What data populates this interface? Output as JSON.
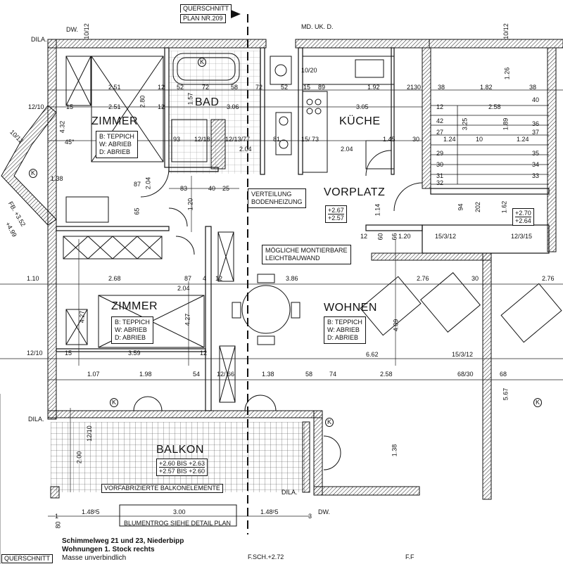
{
  "header": {
    "section_title": "QUERSCHNITT",
    "section_plan": "PLAN NR.209",
    "dila": "DILA.",
    "dw": "DW.",
    "md": "MD. UK. D.",
    "k": "K"
  },
  "rooms": {
    "zimmer1": {
      "name": "ZIMMER",
      "floor": "B: TEPPICH",
      "walls": "W: ABRIEB",
      "ceiling": "D: ABRIEB"
    },
    "zimmer2": {
      "name": "ZIMMER",
      "floor": "B: TEPPICH",
      "walls": "W: ABRIEB",
      "ceiling": "D: ABRIEB"
    },
    "wohnen": {
      "name": "WOHNEN",
      "floor": "B: TEPPICH",
      "walls": "W: ABRIEB",
      "ceiling": "D: ABRIEB"
    },
    "bad": {
      "name": "BAD"
    },
    "kueche": {
      "name": "KÜCHE"
    },
    "vorplatz": {
      "name": "VORPLATZ",
      "level_a": "+2.67",
      "level_b": "+2.57"
    },
    "balkon": {
      "name": "BALKON",
      "level_a": "+2.60  BIS  +2.63",
      "level_b": "+2.57  BIS  +2.60"
    }
  },
  "notes": {
    "heating": [
      "VERTEILUNG",
      "BODENHEIZUNG"
    ],
    "wall": [
      "MÖGLICHE MONTIERBARE",
      "LEICHTBAUWAND"
    ],
    "balcony_elements": "VORFABRIZIERTE BALKONELEMENTE",
    "planter": "BLUMENTROG SIEHE DETAIL PLAN",
    "stair_level_a": "+2.70",
    "stair_level_b": "+2.64",
    "left_level_a": "FB. +3.52",
    "left_level_b": "+4.99",
    "bottom_fsch": "F.SCH.+2.72",
    "bottom_f": "F.F"
  },
  "caption": {
    "line1": "Schimmelweg 21 und 23, Niederbipp",
    "line2": "Wohnungen 1. Stock rechts",
    "line3": "Masse unverbindlich"
  },
  "dims": {
    "d251a": "2.51",
    "d280": "2.80",
    "d12a": "12",
    "d52": "52",
    "d72a": "72",
    "d58a": "58",
    "d72b": "72",
    "d52b": "52",
    "d1020": "10/20",
    "d15a": "15",
    "d89": "89",
    "d192": "1.92",
    "d21": "21",
    "d30a": "30",
    "d38a": "38",
    "d182": "1.82",
    "d38b": "38",
    "d1210": "12/10",
    "d15b": "15",
    "d251b": "2.51",
    "d12b": "12",
    "d306": "3.06",
    "d305": "3.05",
    "d157": "1.57",
    "d432": "4.32",
    "d93": "93",
    "d1218": "12/18",
    "d121377": "12/13/77",
    "d81": "81",
    "d1573": "15/ 73",
    "d145": "1.45",
    "d30b": "30",
    "d204a": "2.04",
    "d204b": "2.04",
    "d204c": "2.04",
    "d87a": "87",
    "d83": "83",
    "d40": "40",
    "d25": "25",
    "d138a": "1.38",
    "d1012": "10/12",
    "d120": "1.20",
    "d65": "65",
    "d12c": "12",
    "d60": "60",
    "d66": "66",
    "d114": "1.14",
    "d94": "94",
    "d202": "202",
    "d162": "1.62",
    "d15312": "15/3/12",
    "d12315": "12/3/15",
    "d110": "1.10",
    "d268": "2.68",
    "d87b": "87",
    "d4": "4",
    "d12d": "12",
    "d386": "3.86",
    "d276a": "2.76",
    "d30c": "30",
    "d276b": "2.76",
    "d427a": "4.27",
    "d427b": "4.27",
    "d409": "4.09",
    "d1210b": "12/10",
    "d15c": "15",
    "d359": "3.59",
    "d12e": "12",
    "d662": "6.62",
    "d15312b": "15/3/12",
    "d107": "1.07",
    "d198": "1.98",
    "d54": "54",
    "d1266": "12/ 66",
    "d138b": "1.38",
    "d58b": "58",
    "d74": "74",
    "d258a": "2.58",
    "d6830": "68/30",
    "d68": "68",
    "d567": "5.67",
    "d200": "2.00",
    "d138c": "1.38",
    "d1210c": "12/10",
    "d1485a": "1.48²5",
    "d300": "3.00",
    "d1485b": "1.48²5",
    "d80": "80",
    "d1": "1",
    "d3": "3",
    "d126": "1.26",
    "d1012r": "10/12",
    "d258b": "2.58",
    "d189": "1.89",
    "d325": "3.25",
    "d124a": "1.24",
    "d124b": "1.24",
    "d10": "10",
    "st12": "12",
    "st42": "42",
    "st27": "27",
    "st29": "29",
    "st30": "30",
    "st31": "31",
    "st32": "32",
    "sr40": "40",
    "sr36": "36",
    "sr37": "37",
    "sr35": "35",
    "sr34": "34",
    "sr33": "33",
    "d45": "45°",
    "d1012l": "10/12",
    "d120b": "1.20"
  }
}
